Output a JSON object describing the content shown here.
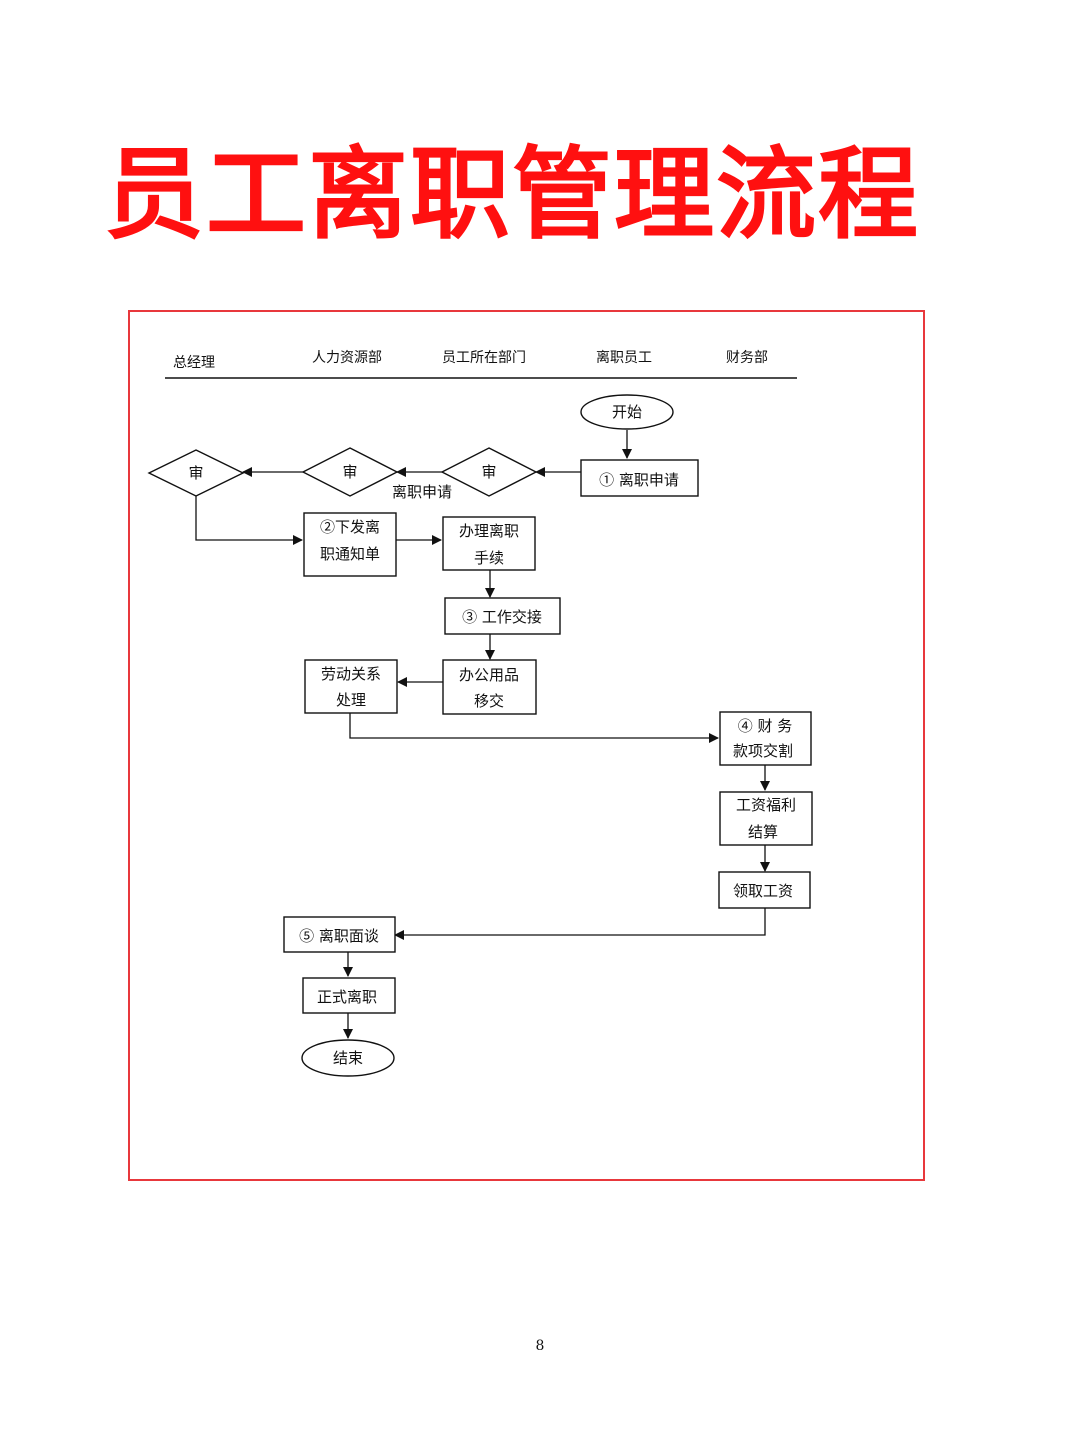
{
  "title": "员工离职管理流程",
  "page_number": "8",
  "lanes": {
    "gm": "总经理",
    "hr": "人力资源部",
    "dept": "员工所在部门",
    "employee": "离职员工",
    "finance": "财务部"
  },
  "nodes": {
    "start": "开始",
    "apply": "① 离职申请",
    "review_dept": "审",
    "review_hr": "审",
    "review_gm": "审",
    "notice_1": "②下发离",
    "notice_2": "职通知单",
    "procedure_1": "办理离职",
    "procedure_2": "手续",
    "handover": "③ 工作交接",
    "office_1": "办公用品",
    "office_2": "移交",
    "labor_1": "劳动关系",
    "labor_2": "处理",
    "finance_1": "④ 财 务",
    "finance_2": "款项交割",
    "salary_1": "工资福利",
    "salary_2": "结算",
    "collect": "领取工资",
    "interview": "⑤ 离职面谈",
    "formal": "正式离职",
    "end": "结束"
  },
  "edges": {
    "apply_label": "离职申请"
  }
}
